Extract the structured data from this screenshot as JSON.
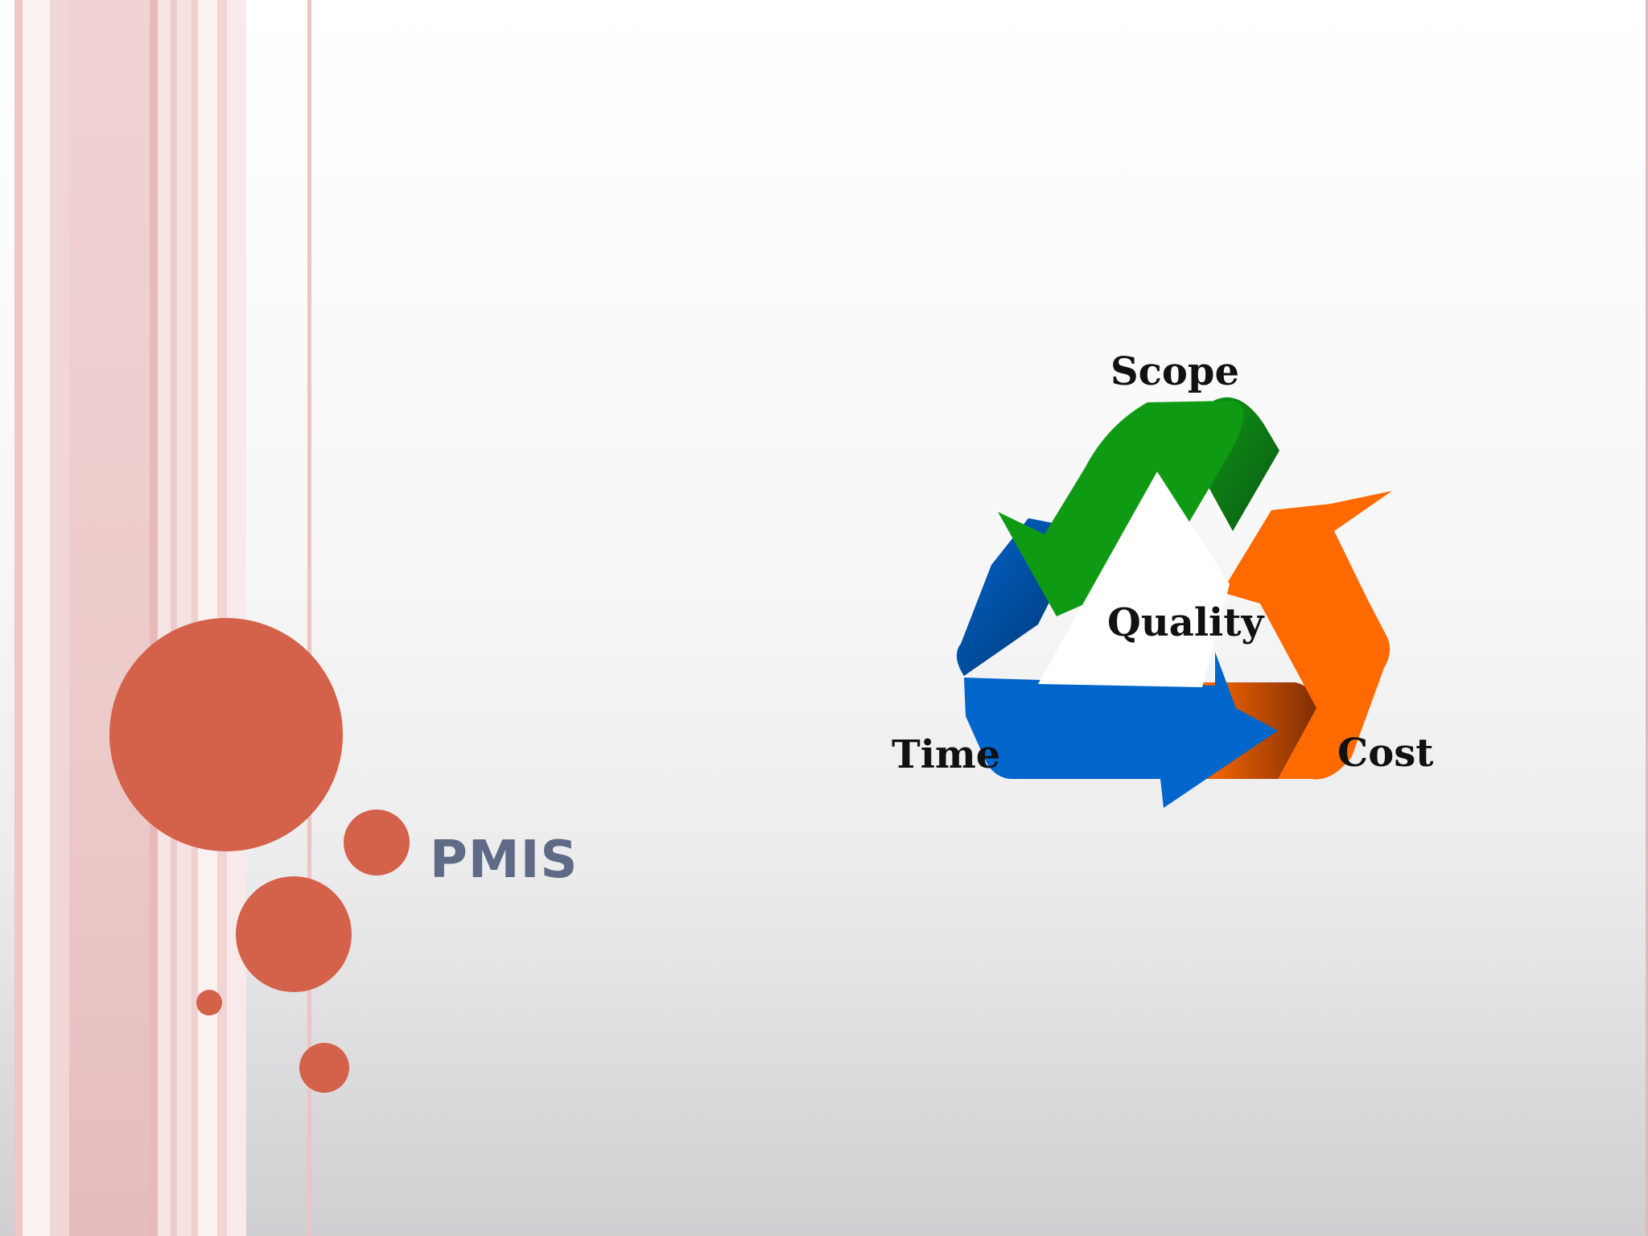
{
  "slide": {
    "title": "PMIS"
  },
  "cycle": {
    "labels": {
      "scope": "Scope",
      "quality": "Quality",
      "time": "Time",
      "cost": "Cost"
    },
    "colors": {
      "scope_arrow": "#0f9a14",
      "time_arrow": "#0066cc",
      "cost_arrow": "#ff6a00"
    }
  },
  "theme": {
    "accent_circle": "#d4614a",
    "stripe_pink": "#e7b7b7",
    "title_color": "#5f6a86"
  }
}
